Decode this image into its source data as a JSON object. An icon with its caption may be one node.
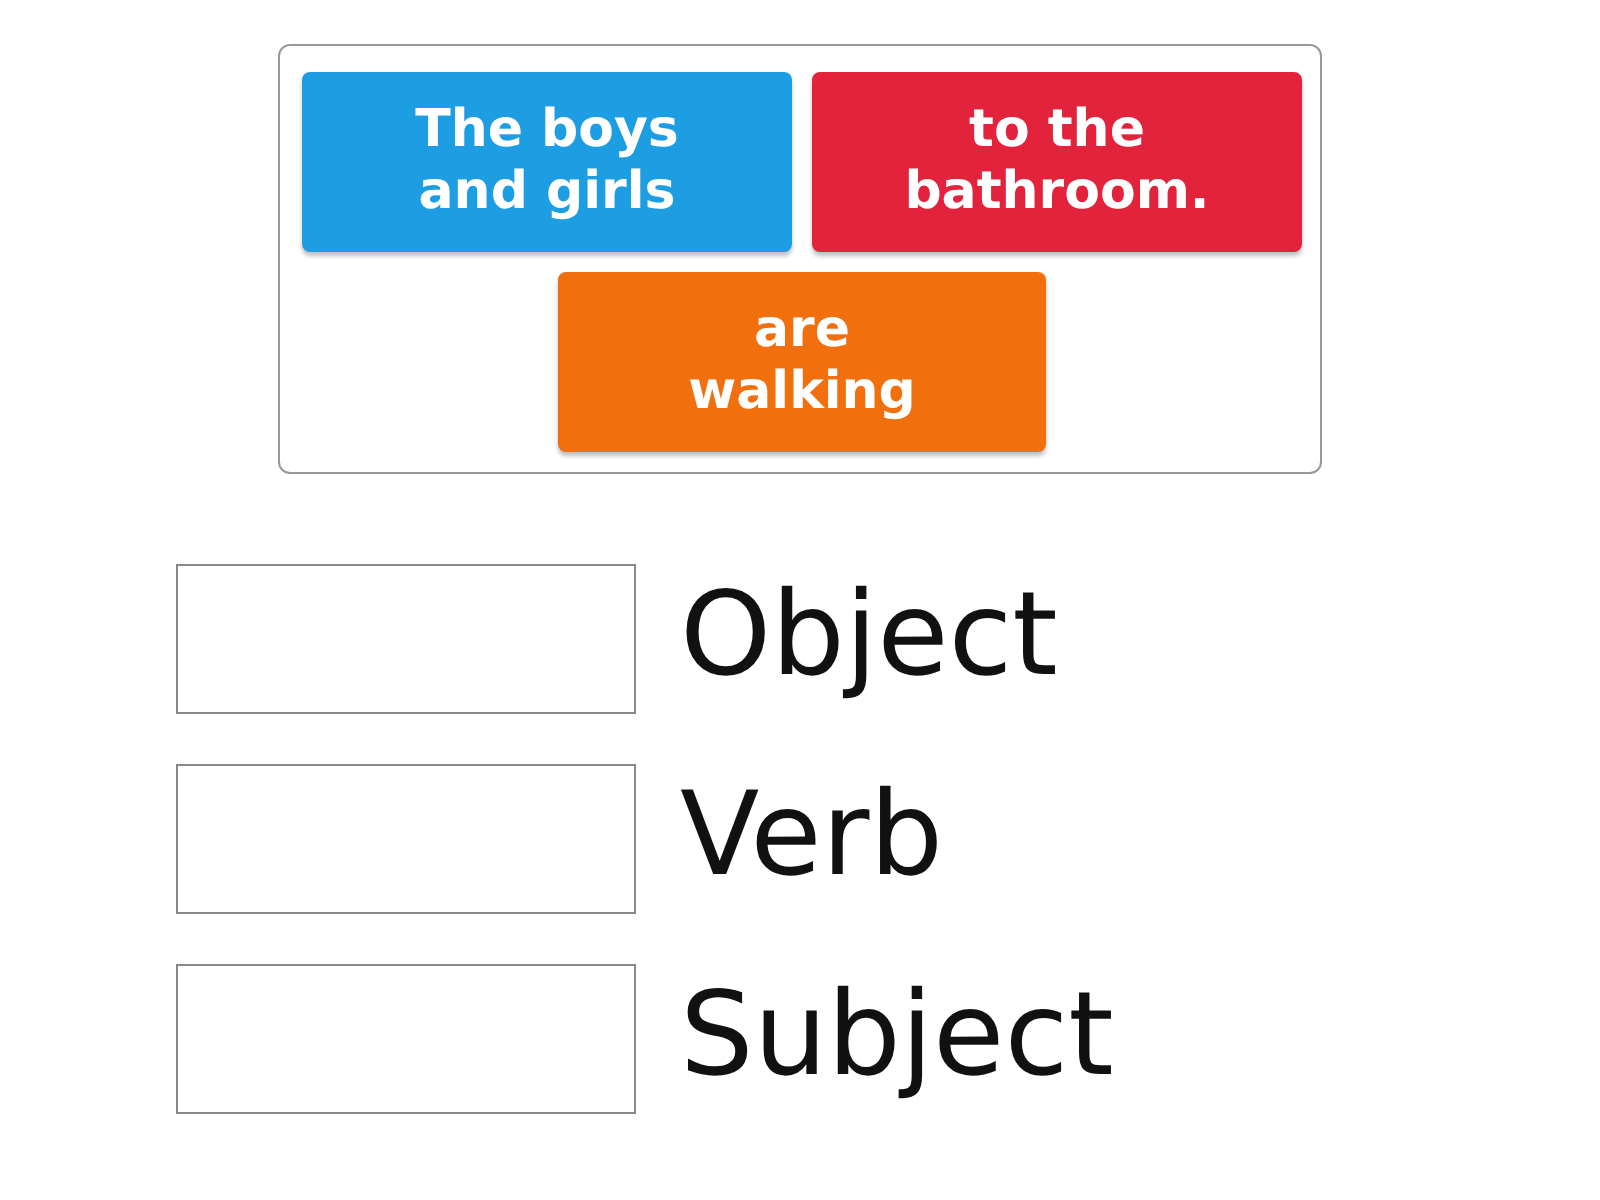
{
  "diagram": {
    "nodes": [
      {
        "text": [],
        "shape": "box"
      },
      {
        "text": [
          "The boys and girls"
        ],
        "in": 0
      },
      {
        "text": [
          "to the bathroom."
        ],
        "in": 0
      },
      {
        "text": [
          "are walking"
        ],
        "in": 0
      },
      {
        "text": [],
        "shape": "box",
        "beside": [
          "Object"
        ]
      },
      {
        "text": [],
        "shape": "box",
        "beside": [
          "Verb"
        ]
      },
      {
        "text": [],
        "shape": "box",
        "beside": [
          "Subject"
        ]
      }
    ],
    "edges": []
  }
}
